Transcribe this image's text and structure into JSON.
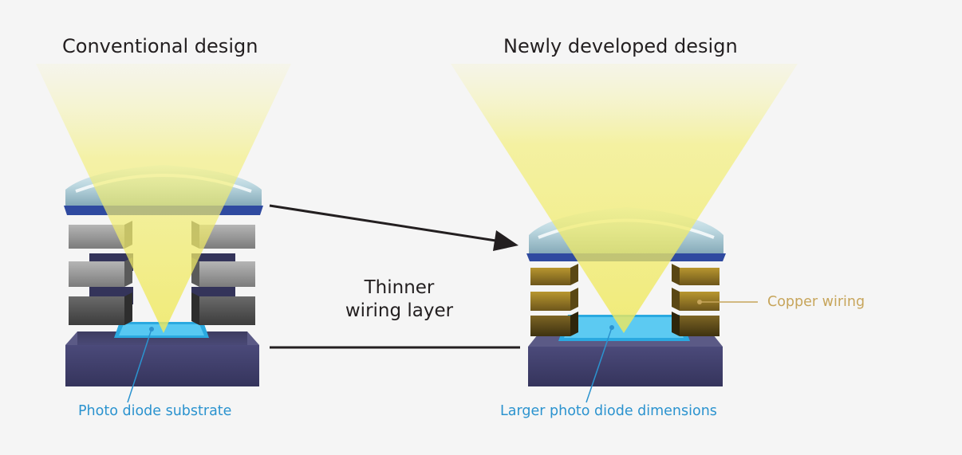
{
  "titles": {
    "left": "Conventional design",
    "right": "Newly developed design"
  },
  "center_label": {
    "line1": "Thinner",
    "line2": "wiring layer"
  },
  "callouts": {
    "left_substrate": "Photo diode substrate",
    "right_photodiode": "Larger photo diode dimensions",
    "copper": "Copper wiring"
  },
  "colors": {
    "background": "#f5f5f5",
    "title_text": "#231f20",
    "callout_blue": "#2b93cf",
    "callout_copper": "#c7a55b",
    "light_beam": "#f3ef7a",
    "substrate": "#3b3a66",
    "photodiode": "#35b9ec",
    "filter_layer": "#2f4aa0",
    "wiring_gray": "#8a8a8a",
    "wiring_copper": "#7a6220"
  }
}
